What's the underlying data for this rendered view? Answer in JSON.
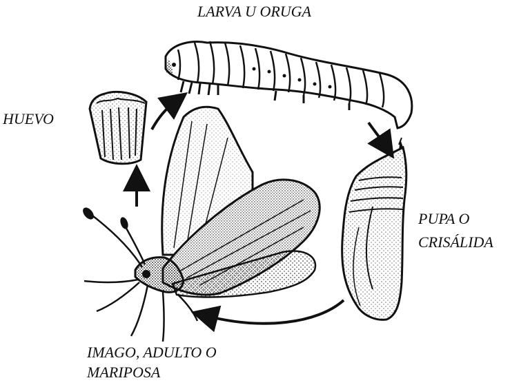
{
  "labels": {
    "larva": "LARVA U ORUGA",
    "huevo": "HUEVO",
    "pupa_line1": "PUPA O",
    "pupa_line2": "CRISÁLIDA",
    "imago_line1": "IMAGO, ADULTO O",
    "imago_line2": "MARIPOSA"
  },
  "colors": {
    "ink": "#111111",
    "background": "#ffffff"
  },
  "icons": [
    "egg-illustration",
    "caterpillar-illustration",
    "chrysalis-illustration",
    "moth-illustration",
    "cycle-arrow"
  ]
}
